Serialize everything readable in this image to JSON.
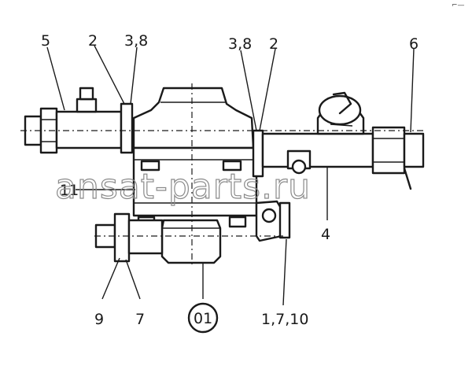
{
  "callouts": {
    "c5": "5",
    "c2_left": "2",
    "c38_left": "3,8",
    "c38_right": "3,8",
    "c2_right": "2",
    "c6": "6",
    "c11": "11",
    "c4": "4",
    "c9": "9",
    "c7": "7",
    "c01": "01",
    "c1710": "1,7,10"
  },
  "watermark": "ansat-parts.ru",
  "corner_mark": "⌐—"
}
